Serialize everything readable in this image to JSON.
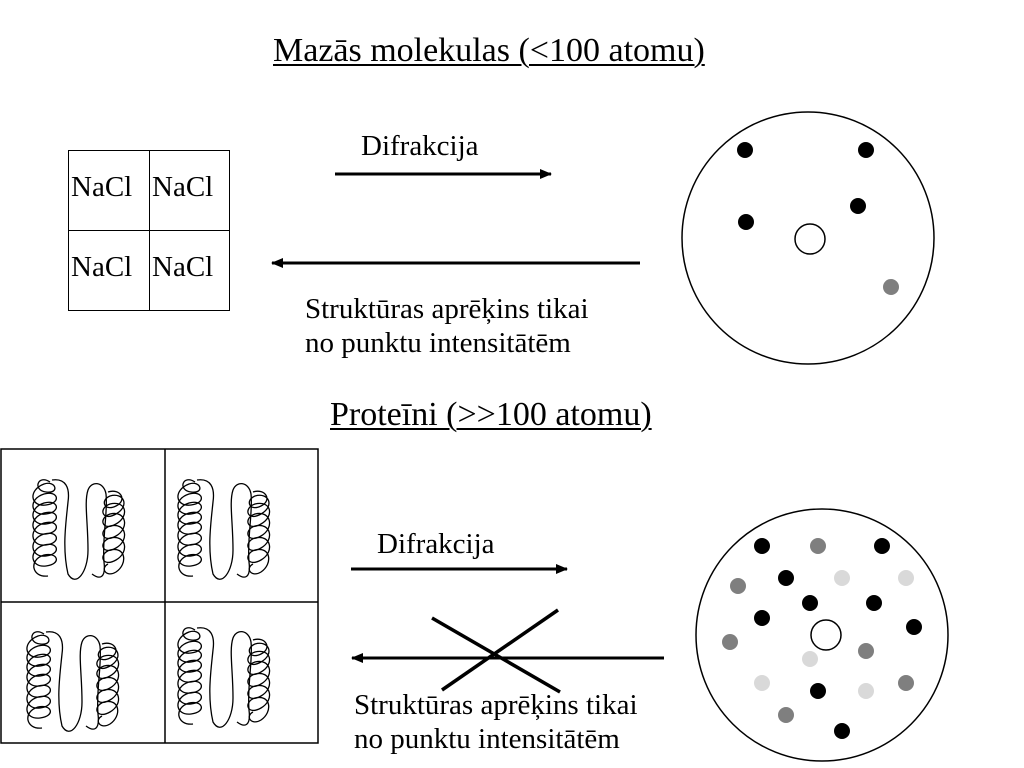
{
  "top": {
    "title": "Mazās molekulas (<100 atomu)",
    "crystal_cells": [
      "NaCl",
      "NaCl",
      "NaCl",
      "NaCl"
    ],
    "arrow_forward_label": "Difrakcija",
    "arrow_back_caption_line1": "Struktūras aprēķins tikai",
    "arrow_back_caption_line2": "no punktu intensitātēm"
  },
  "bottom": {
    "title": "Proteīni (>>100 atomu)",
    "arrow_forward_label": "Difrakcija",
    "arrow_back_caption_line1": "Struktūras aprēķins tikai",
    "arrow_back_caption_line2": "no punktu intensitātēm",
    "back_arrow_crossed_out": true
  },
  "colors": {
    "spot_strong": "#000000",
    "spot_medium": "#7f7f7f",
    "spot_weak": "#d9d9d9"
  }
}
